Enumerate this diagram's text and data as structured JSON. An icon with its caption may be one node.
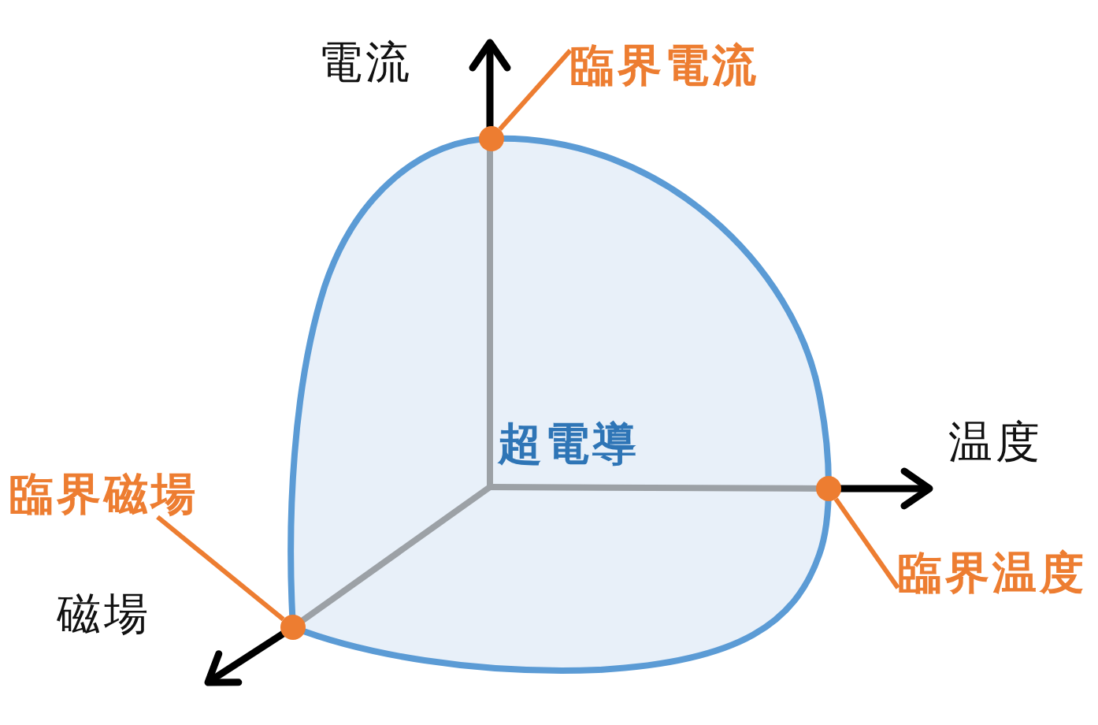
{
  "diagram": {
    "nodes": [
      {
        "text": [
          "超電導"
        ]
      },
      {
        "text": [
          "臨界電流"
        ]
      },
      {
        "text": [],
        "shape": "circle"
      },
      {
        "text": [
          "臨界温度"
        ]
      },
      {
        "text": [],
        "shape": "circle"
      },
      {
        "text": [
          "臨界磁場"
        ]
      },
      {
        "text": [],
        "shape": "circle"
      }
    ],
    "edges": [
      {
        "from": 1,
        "to": 2,
        "arrow": "none"
      },
      {
        "from": 3,
        "to": 4,
        "arrow": "none"
      },
      {
        "from": 5,
        "to": 6,
        "arrow": "none"
      }
    ],
    "labels": [
      "電流",
      "温度",
      "磁場"
    ]
  }
}
